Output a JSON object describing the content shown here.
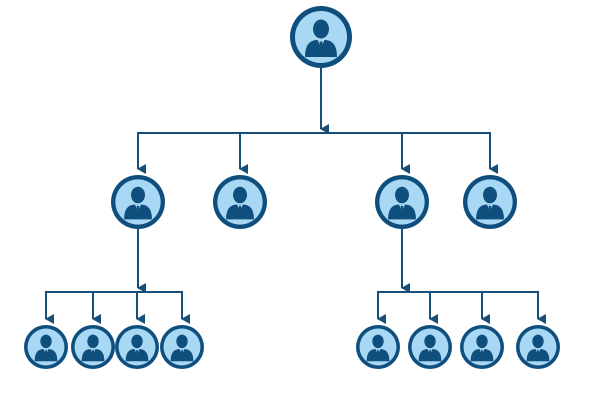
{
  "colors": {
    "ring": "#0f4f7e",
    "face": "#a9d8f5",
    "figure": "#0f4f7e",
    "connector": "#174f78",
    "background": "#ffffff"
  },
  "icon": "person-avatar-icon",
  "tree": {
    "id": "top",
    "children": [
      {
        "id": "l1-a",
        "children": [
          {
            "id": "l2-a1",
            "children": []
          },
          {
            "id": "l2-a2",
            "children": []
          },
          {
            "id": "l2-a3",
            "children": []
          },
          {
            "id": "l2-a4",
            "children": []
          }
        ]
      },
      {
        "id": "l1-b",
        "children": []
      },
      {
        "id": "l1-c",
        "children": [
          {
            "id": "l2-c1",
            "children": []
          },
          {
            "id": "l2-c2",
            "children": []
          },
          {
            "id": "l2-c3",
            "children": []
          },
          {
            "id": "l2-c4",
            "children": []
          }
        ]
      },
      {
        "id": "l1-d",
        "children": []
      }
    ]
  }
}
